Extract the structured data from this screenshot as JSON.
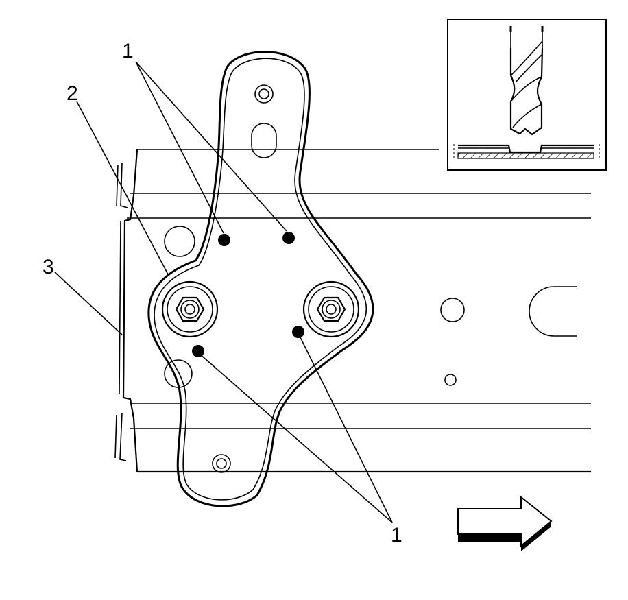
{
  "callouts": [
    {
      "id": "weld-spots-top",
      "label": "1"
    },
    {
      "id": "weld-spots-bottom",
      "label": "1"
    },
    {
      "id": "reinforcement-bracket",
      "label": "2"
    },
    {
      "id": "frame-rail",
      "label": "3"
    }
  ],
  "inset": {
    "icon": "drill-bit-spot-weld-icon"
  },
  "direction_arrow": {
    "icon": "forward-arrow-icon",
    "points": "right"
  },
  "colors": {
    "line": "#000000",
    "background": "#ffffff"
  }
}
